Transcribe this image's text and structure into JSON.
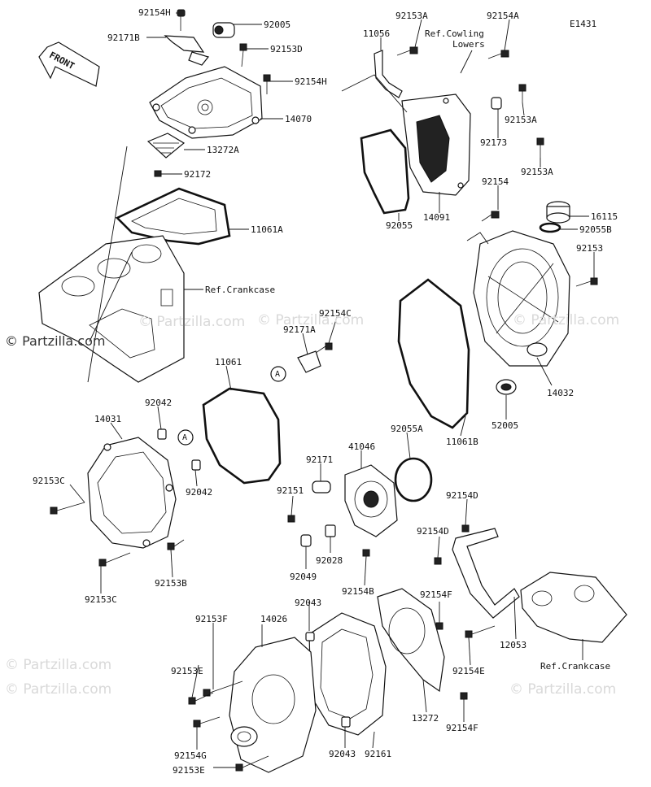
{
  "diagram_code": "E1431",
  "watermarks": {
    "copyright_main": "© Partzilla.com",
    "repeat": "© Partzilla.com"
  },
  "front_arrow_label": "FRONT",
  "callout_A": "A",
  "labels": {
    "l_92154H_top": "92154H",
    "l_92005": "92005",
    "l_92171B": "92171B",
    "l_92153D": "92153D",
    "l_92154H_mid": "92154H",
    "l_14070": "14070",
    "l_13272A": "13272A",
    "l_92172": "92172",
    "l_11061A": "11061A",
    "l_refcrank1": "Ref.Crankcase",
    "l_92153A_top": "92153A",
    "l_92154A": "92154A",
    "l_11056": "11056",
    "l_refcowl1": "Ref.Cowling",
    "l_refcowl2": "Lowers",
    "l_92153A_mid": "92153A",
    "l_92173": "92173",
    "l_92153A_low": "92153A",
    "l_14091": "14091",
    "l_92055": "92055",
    "l_92154": "92154",
    "l_16115": "16115",
    "l_92055B": "92055B",
    "l_92153": "92153",
    "l_92154C": "92154C",
    "l_92171A": "92171A",
    "l_11061": "11061",
    "l_14032": "14032",
    "l_52005": "52005",
    "l_11061B": "11061B",
    "l_14031": "14031",
    "l_92042_top": "92042",
    "l_92153C_top": "92153C",
    "l_92042_low": "92042",
    "l_92055A": "92055A",
    "l_41046": "41046",
    "l_92171": "92171",
    "l_92151": "92151",
    "l_92154D_r": "92154D",
    "l_92154D_l": "92154D",
    "l_92028": "92028",
    "l_92049": "92049",
    "l_92154B": "92154B",
    "l_92153C_low": "92153C",
    "l_92153B": "92153B",
    "l_92043_top": "92043",
    "l_92153F": "92153F",
    "l_14026": "14026",
    "l_92154F_top": "92154F",
    "l_12053": "12053",
    "l_refcrank2": "Ref.Crankcase",
    "l_92153E_top": "92153E",
    "l_92154E": "92154E",
    "l_13272": "13272",
    "l_92154F_low": "92154F",
    "l_92154G": "92154G",
    "l_92043_low": "92043",
    "l_92161": "92161",
    "l_92153E_low": "92153E"
  }
}
